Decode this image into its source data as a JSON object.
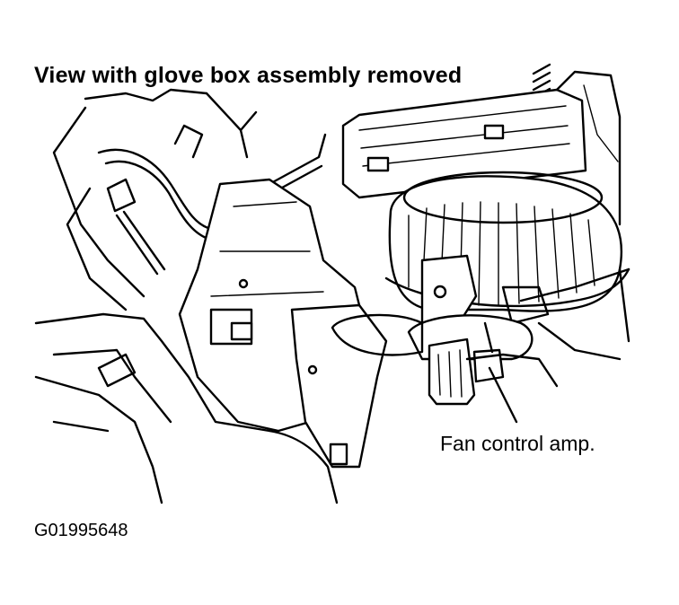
{
  "figure": {
    "title": "View with glove box assembly removed",
    "callout_label": "Fan control amp.",
    "figure_id": "G01995648"
  },
  "colors": {
    "ink": "#000000",
    "paper": "#ffffff"
  }
}
